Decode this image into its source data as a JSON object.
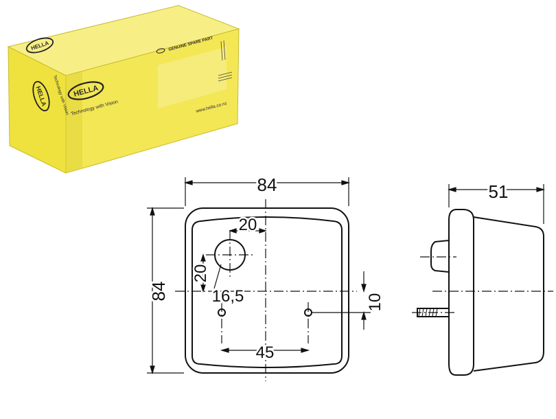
{
  "box": {
    "brand": "HELLA",
    "tagline": "Technology with Vision",
    "spare_part_label": "GENUINE SPARE PART",
    "website": "www.hella.co.nz",
    "colors": {
      "front": "#f2e64a",
      "top": "#f7ef86",
      "side": "#d9cc2e",
      "logo": "#222222"
    }
  },
  "front_view": {
    "width_dim": "84",
    "height_dim": "84",
    "hole_offset_x": "20",
    "hole_offset_y": "20",
    "hole_diameter": "16,5",
    "mount_spacing": "45",
    "mount_offset_y": "10"
  },
  "side_view": {
    "depth_dim": "51"
  }
}
